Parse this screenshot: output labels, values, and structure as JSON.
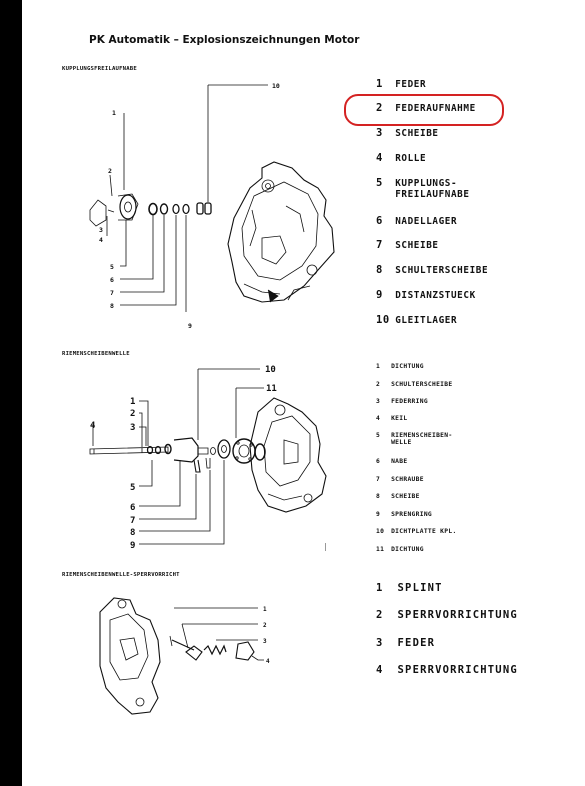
{
  "page_title": "PK Automatik – Explosionszeichnungen Motor",
  "sections": [
    {
      "title": "KUPPLUNGSFREILAUFNABE",
      "callouts": [
        "1",
        "2",
        "3",
        "4",
        "5",
        "6",
        "7",
        "8",
        "9",
        "10"
      ],
      "parts": [
        {
          "num": "1",
          "name": "FEDER"
        },
        {
          "num": "2",
          "name": "FEDERAUFNAHME"
        },
        {
          "num": "3",
          "name": "SCHEIBE"
        },
        {
          "num": "4",
          "name": "ROLLE"
        },
        {
          "num": "5",
          "name": "KUPPLUNGS-",
          "name2": "FREILAUFNABE"
        },
        {
          "num": "6",
          "name": "NADELLAGER"
        },
        {
          "num": "7",
          "name": "SCHEIBE"
        },
        {
          "num": "8",
          "name": "SCHULTERSCHEIBE"
        },
        {
          "num": "9",
          "name": "DISTANZSTUECK"
        },
        {
          "num": "10",
          "name": "GLEITLAGER"
        }
      ]
    },
    {
      "title": "RIEMENSCHEIBENWELLE",
      "callouts": [
        "1",
        "2",
        "3",
        "4",
        "5",
        "6",
        "7",
        "8",
        "9",
        "10",
        "11"
      ],
      "parts": [
        {
          "num": "1",
          "name": "DICHTUNG"
        },
        {
          "num": "2",
          "name": "SCHULTERSCHEIBE"
        },
        {
          "num": "3",
          "name": "FEDERRING"
        },
        {
          "num": "4",
          "name": "KEIL"
        },
        {
          "num": "5",
          "name": "RIEMENSCHEIBEN-",
          "name2": "WELLE"
        },
        {
          "num": "6",
          "name": "NABE"
        },
        {
          "num": "7",
          "name": "SCHRAUBE"
        },
        {
          "num": "8",
          "name": "SCHEIBE"
        },
        {
          "num": "9",
          "name": "SPRENGRING"
        },
        {
          "num": "10",
          "name": "DICHTPLATTE KPL."
        },
        {
          "num": "11",
          "name": "DICHTUNG"
        }
      ]
    },
    {
      "title": "RIEMENSCHEIBENWELLE-SPERRVORRICHT",
      "callouts": [
        "1",
        "2",
        "3",
        "4"
      ],
      "parts": [
        {
          "num": "1",
          "name": "SPLINT"
        },
        {
          "num": "2",
          "name": "SPERRVORRICHTUNG"
        },
        {
          "num": "3",
          "name": "FEDER"
        },
        {
          "num": "4",
          "name": "SPERRVORRICHTUNG"
        }
      ]
    }
  ],
  "colors": {
    "highlight": "#d42222",
    "ink": "#111111",
    "margin": "#000000"
  }
}
